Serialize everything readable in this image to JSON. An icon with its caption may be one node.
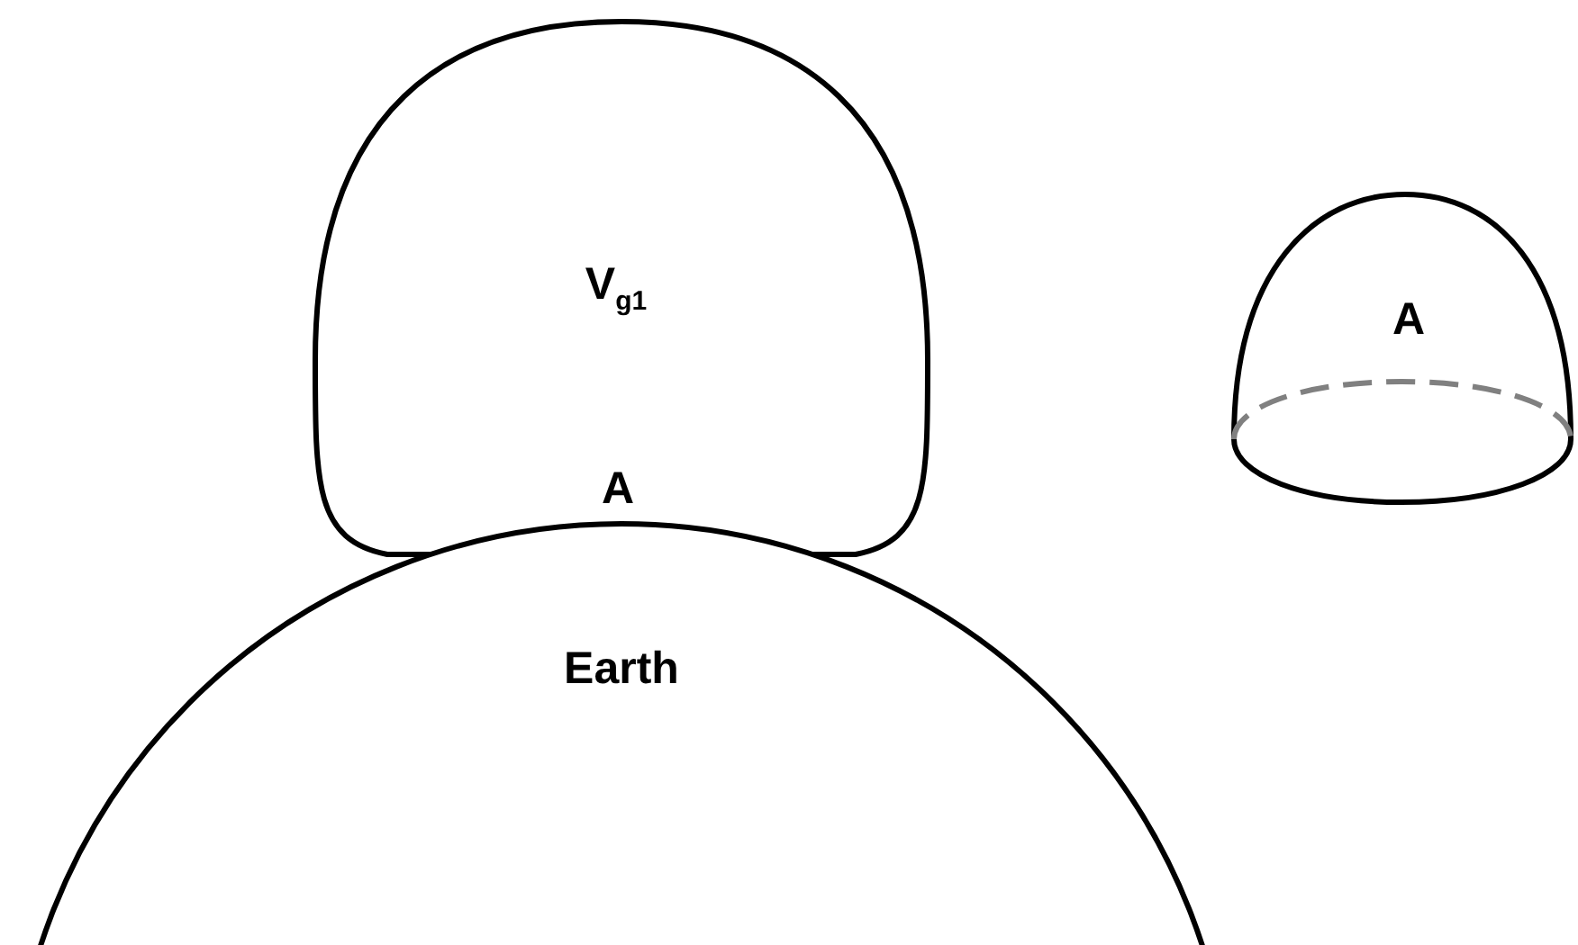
{
  "diagram": {
    "nodes": [
      {
        "text": [
          "V$_{g1}$"
        ]
      },
      {
        "text": [
          "Earth"
        ]
      },
      {
        "text": [
          "A"
        ]
      }
    ],
    "labels": [
      "A"
    ]
  }
}
